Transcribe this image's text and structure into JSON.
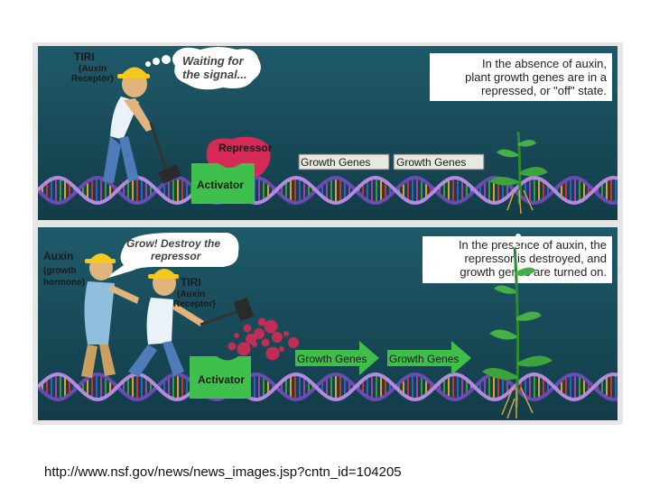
{
  "top_panel": {
    "receptor_label": [
      "TIRI",
      "(Auxin",
      "Receptor)"
    ],
    "thought": [
      "Waiting for",
      "the signal..."
    ],
    "info": [
      "In the absence of auxin,",
      "plant growth genes are in a",
      "repressed, or \"off\" state."
    ],
    "repressor_label": "Repressor",
    "activator_label": "Activator",
    "gene_labels": [
      "Growth Genes",
      "Growth Genes"
    ]
  },
  "bottom_panel": {
    "auxin_label": [
      "Auxin",
      "(growth",
      "hormone)"
    ],
    "speech": [
      "Grow! Destroy the",
      "repressor"
    ],
    "receptor_label": [
      "TIRI",
      "(Auxin",
      "Receptor)"
    ],
    "info": [
      "In the presence of auxin, the",
      "repressor is destroyed, and",
      "growth  genes are turned on."
    ],
    "activator_label": "Activator",
    "gene_labels": [
      "Growth Genes",
      "Growth Genes"
    ]
  },
  "colors": {
    "background": "#1b5160",
    "repressor": "#d42a55",
    "activator": "#3fc04d",
    "gene_box": "#e8e8e0",
    "gene_arrow": "#3fbf4a"
  },
  "source_url": "http://www.nsf.gov/news/news_images.jsp?cntn_id=104205"
}
